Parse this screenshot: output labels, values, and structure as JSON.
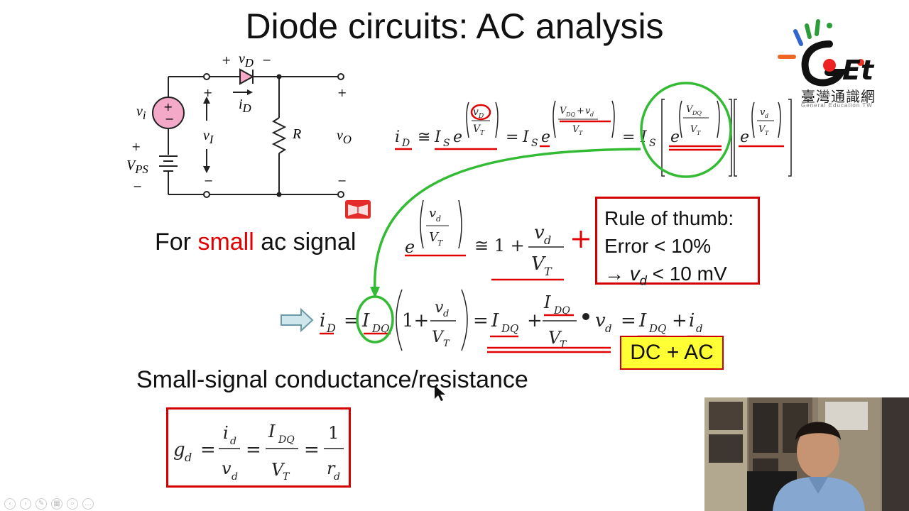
{
  "slide": {
    "title": "Diode circuits: AC analysis",
    "for_prefix": "For ",
    "for_highlight": "small",
    "for_suffix": " ac signal",
    "rule": {
      "line1": "Rule of thumb:",
      "line2": "Error < 10%",
      "line3_arrow": "→ ",
      "line3_var": "v",
      "line3_sub": "d",
      "line3_rest": " < 10 mV"
    },
    "dcac": {
      "dc": "DC",
      "plus": " + ",
      "ac": "AC"
    },
    "small_signal_title": "Small-signal conductance/resistance"
  },
  "circuit": {
    "vi": "v",
    "vi_sub": "i",
    "vps": "V",
    "vps_sub": "PS",
    "vd": "v",
    "vd_sub": "D",
    "id": "i",
    "id_sub": "D",
    "vI": "v",
    "vI_sub": "I",
    "R": "R",
    "vO": "v",
    "vO_sub": "O"
  },
  "logo": {
    "text": "GET",
    "chinese": "臺灣通識網",
    "tagline": "General Education TW"
  },
  "colors": {
    "accent_red": "#e00000",
    "highlight_green": "#33bb33",
    "highlight_yellow": "#ffff33"
  }
}
